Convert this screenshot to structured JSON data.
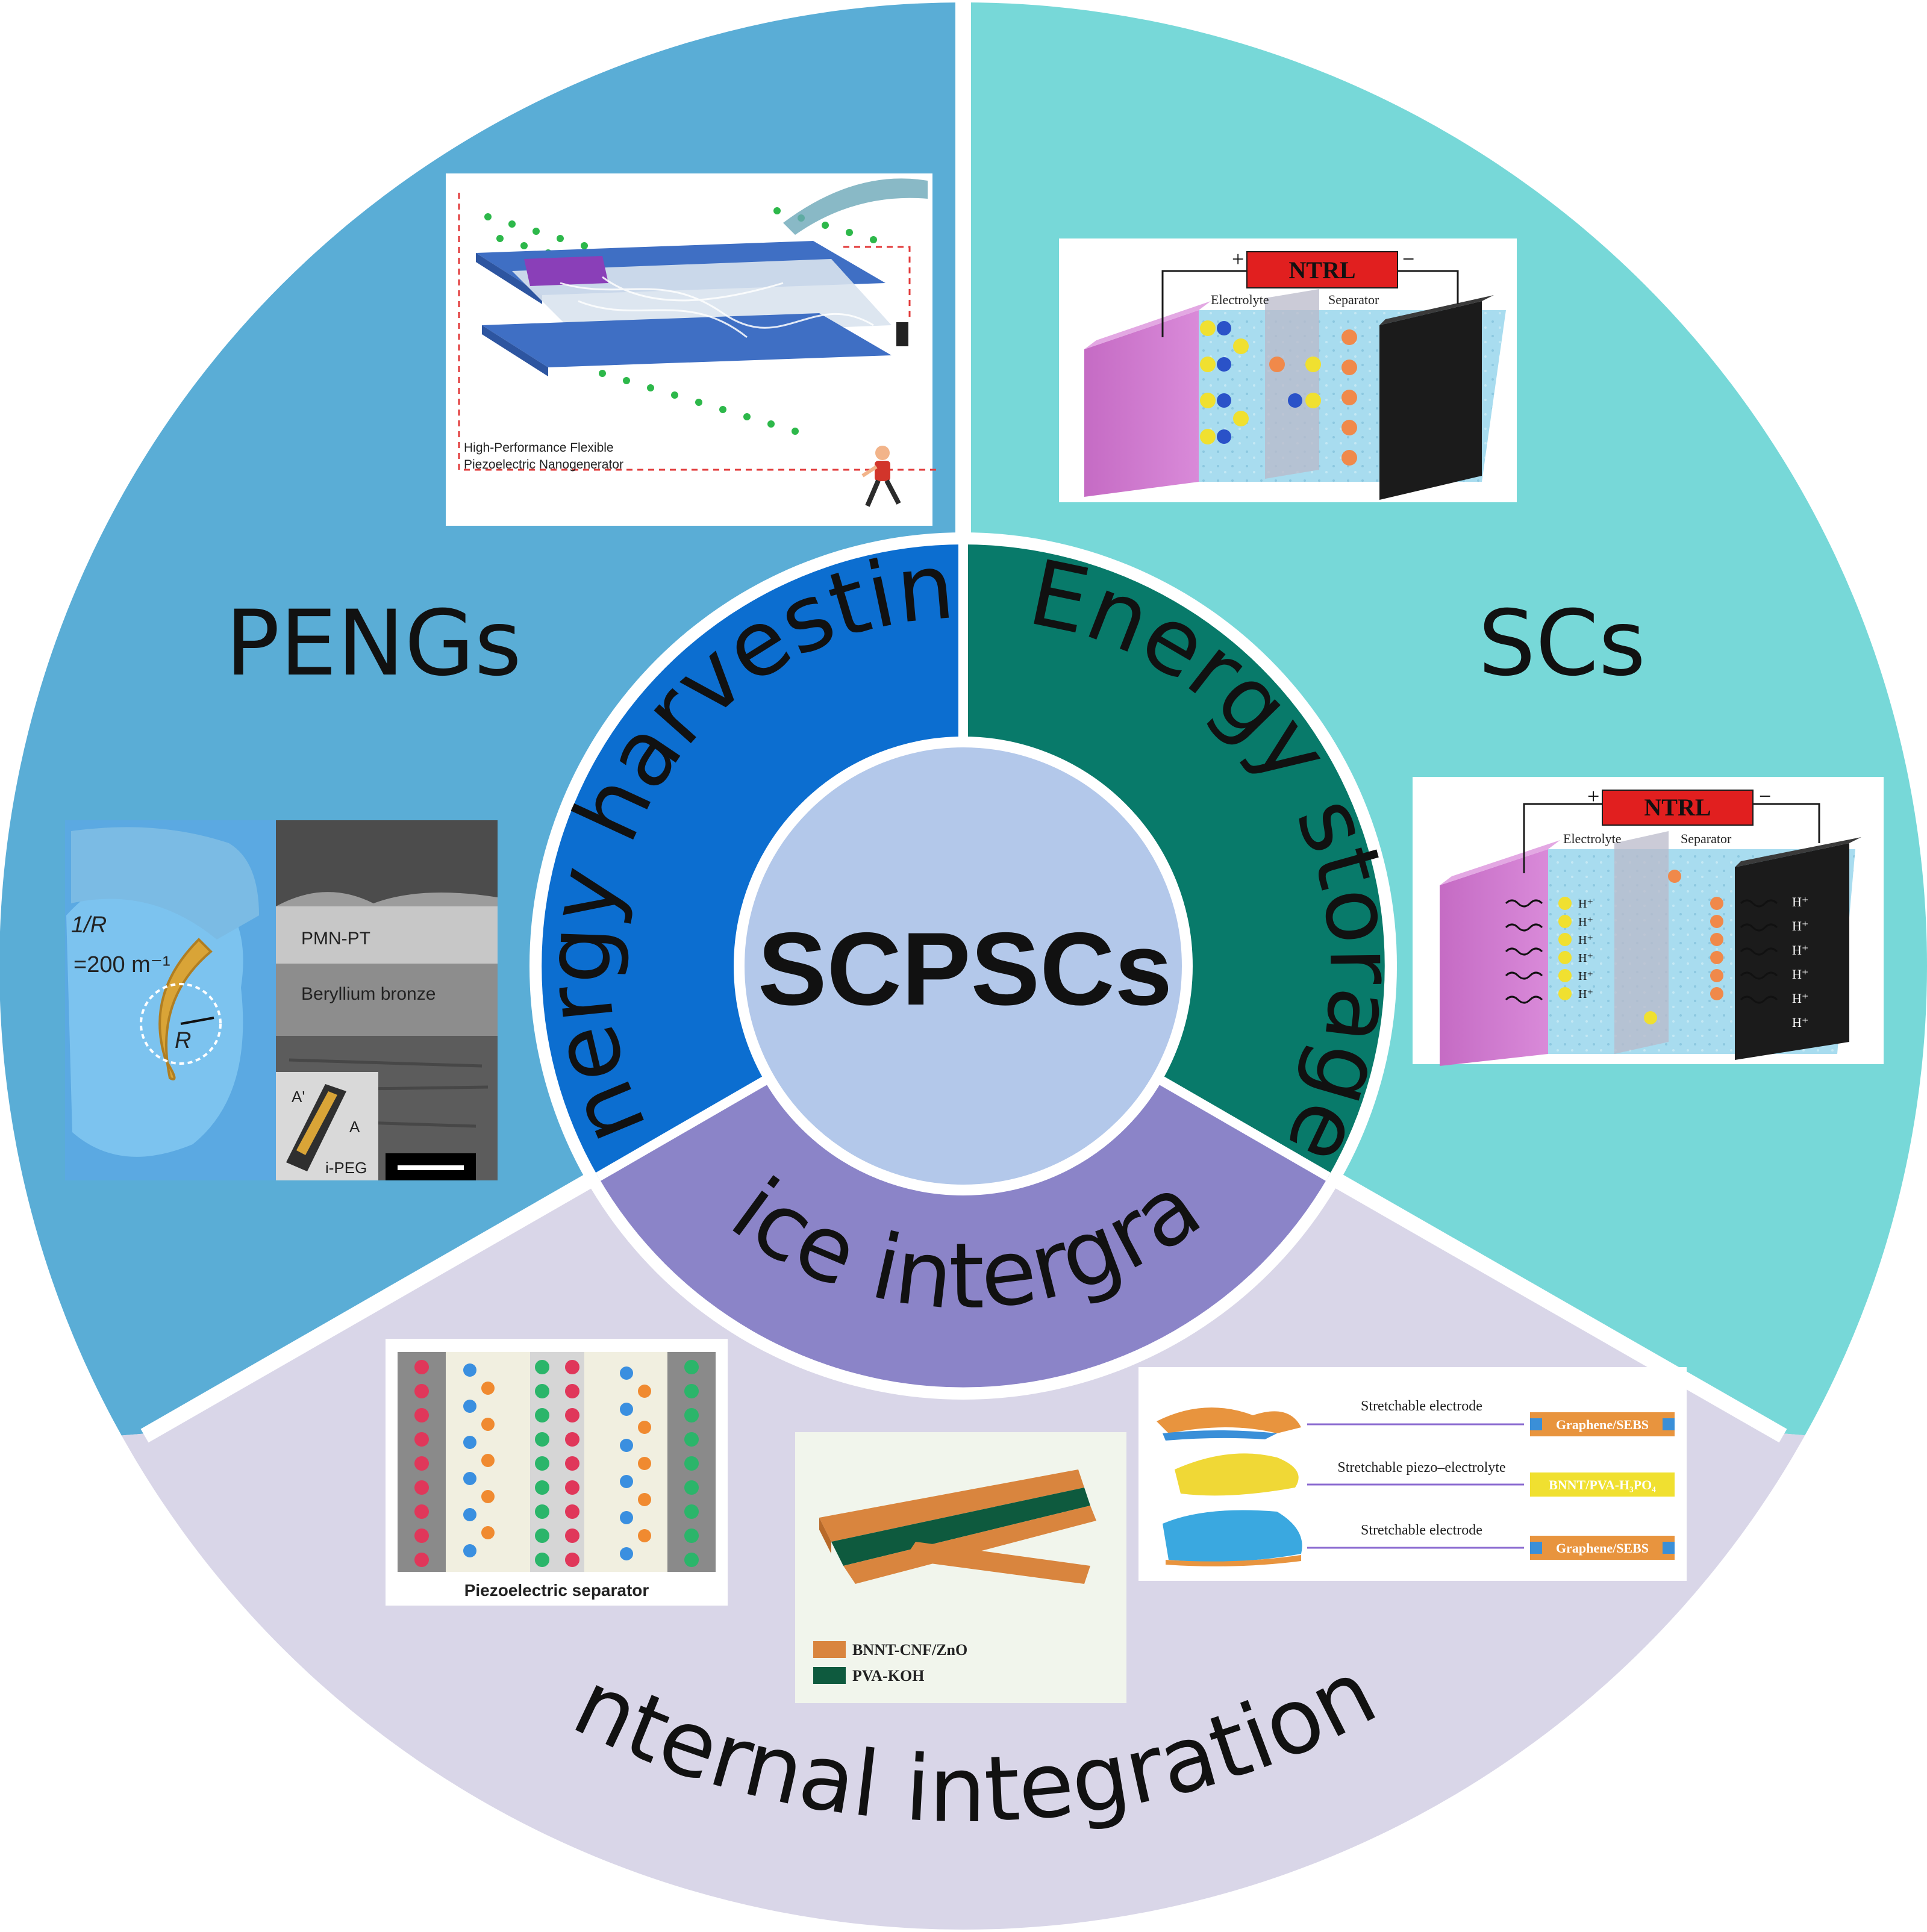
{
  "center": {
    "title": "SCPSCs"
  },
  "ring": {
    "harvesting": "Energy harvesting",
    "storage": "Energy storage",
    "integration": "Device intergration"
  },
  "sectors": {
    "pengs": "PENGs",
    "scs": "SCs",
    "internal": "Internal integration"
  },
  "panels": {
    "peng_top": {
      "caption_line1": "High-Performance Flexible",
      "caption_line2": "Piezoelectric Nanogenerator"
    },
    "peng_left": {
      "curvature_line1": "1/R",
      "curvature_line2": "=200 m⁻¹",
      "radius": "R",
      "layer_top": "PMN-PT",
      "layer_bottom": "Beryllium bronze",
      "label_a_prime": "A'",
      "label_a": "A",
      "label_peg": "i-PEG"
    },
    "sc_top": {
      "device": "NTRL",
      "plus": "+",
      "minus": "−",
      "electrolyte": "Electrolyte",
      "separator": "Separator"
    },
    "sc_mid": {
      "device": "NTRL",
      "plus": "+",
      "minus": "−",
      "electrolyte": "Electrolyte",
      "separator": "Separator",
      "ion": "H⁺"
    },
    "piezo_sep": {
      "caption": "Piezoelectric separator"
    },
    "bnnt": {
      "legend1": "BNNT-CNF/ZnO",
      "legend2": "PVA-KOH"
    },
    "stretch": {
      "row1": "Stretchable electrode",
      "row2": "Stretchable piezo–electrolyte",
      "row3": "Stretchable electrode",
      "tag1": "Graphene/SEBS",
      "tag2": "BNNT/PVA-H₃PO₄",
      "tag3": "Graphene/SEBS"
    }
  },
  "colors": {
    "pengs": "#5aadd6",
    "scs": "#77d8d8",
    "internal": "#d9d6e8",
    "harvesting": "#0c6ed0",
    "storage": "#087a6a",
    "integration": "#8b84c8",
    "center": "#b3c8ea"
  }
}
